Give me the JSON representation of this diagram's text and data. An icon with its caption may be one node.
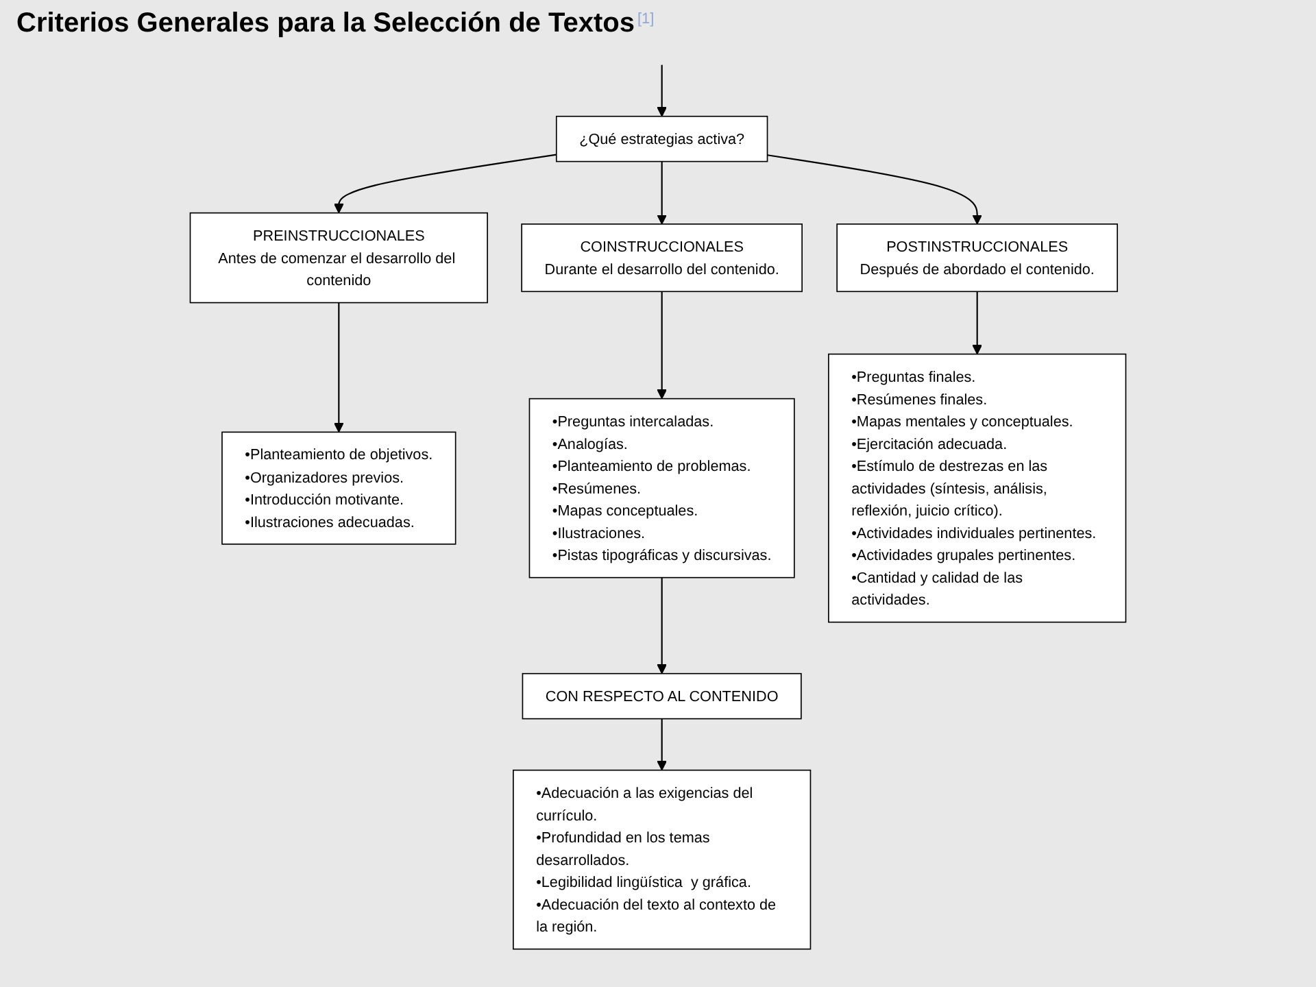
{
  "diagram": {
    "title": "Criterios Generales para la Selección de Textos",
    "nodes": [
      {
        "text": [
          "¿Qué estrategias activa?"
        ]
      },
      {
        "text": [
          "PREINSTRUCCIONALES",
          "Antes de comenzar el desarrollo del contenido"
        ]
      },
      {
        "text": [
          "COINSTRUCCIONALES",
          "Durante el desarrollo del contenido."
        ]
      },
      {
        "text": [
          "POSTINSTRUCCIONALES",
          "Después de abordado el contenido."
        ]
      },
      {
        "text": [
          "•Planteamiento de objetivos.",
          "•Organizadores previos.",
          "•Introducción motivante.",
          "•Ilustraciones adecuadas."
        ]
      },
      {
        "text": [
          "•Preguntas intercaladas.",
          "•Analogías.",
          "•Planteamiento de problemas.",
          "•Resúmenes.",
          "•Mapas conceptuales.",
          "•Ilustraciones.",
          "•Pistas tipográficas y discursivas."
        ]
      },
      {
        "text": [
          "•Preguntas finales.",
          "•Resúmenes finales.",
          "•Mapas mentales y conceptuales.",
          "•Ejercitación adecuada.",
          "•Estímulo de destrezas en las actividades (síntesis, análisis, reflexión, juicio crítico).",
          "•Actividades individuales pertinentes.",
          "•Actividades grupales pertinentes.",
          "•Cantidad y calidad de las actividades."
        ]
      },
      {
        "text": [
          "CON RESPECTO AL CONTENIDO"
        ]
      },
      {
        "text": [
          "•Adecuación a las exigencias del currículo.",
          "•Profundidad en los temas desarrollados.",
          "•Legibilidad lingüística  y gráfica.",
          "•Adecuación del texto al contexto de la región."
        ]
      }
    ],
    "edges": [
      {
        "from": null,
        "to": 0,
        "arrow": "to"
      },
      {
        "from": 0,
        "to": 1,
        "arrow": "to"
      },
      {
        "from": 0,
        "to": 2,
        "arrow": "to"
      },
      {
        "from": 0,
        "to": 3,
        "arrow": "to"
      },
      {
        "from": 1,
        "to": 4,
        "arrow": "to"
      },
      {
        "from": 2,
        "to": 5,
        "arrow": "to"
      },
      {
        "from": 3,
        "to": 6,
        "arrow": "to"
      },
      {
        "from": 5,
        "to": 7,
        "arrow": "to"
      },
      {
        "from": 7,
        "to": 8,
        "arrow": "to"
      }
    ],
    "labels": [
      "[1]"
    ]
  }
}
